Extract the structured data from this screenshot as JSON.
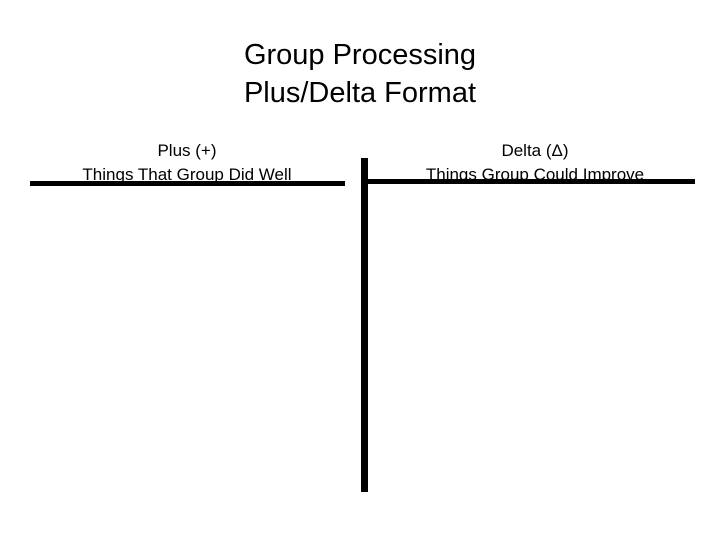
{
  "slide": {
    "title_lines": [
      "Group Processing",
      "Plus/Delta Format"
    ],
    "columns": [
      {
        "id": "plus",
        "heading": "Plus (+)",
        "subheading": "Things That Group Did Well"
      },
      {
        "id": "delta",
        "heading": "Delta (Δ)",
        "subheading": "Things Group Could Improve"
      }
    ],
    "colors": {
      "background": "#ffffff",
      "ink": "#000000"
    }
  }
}
